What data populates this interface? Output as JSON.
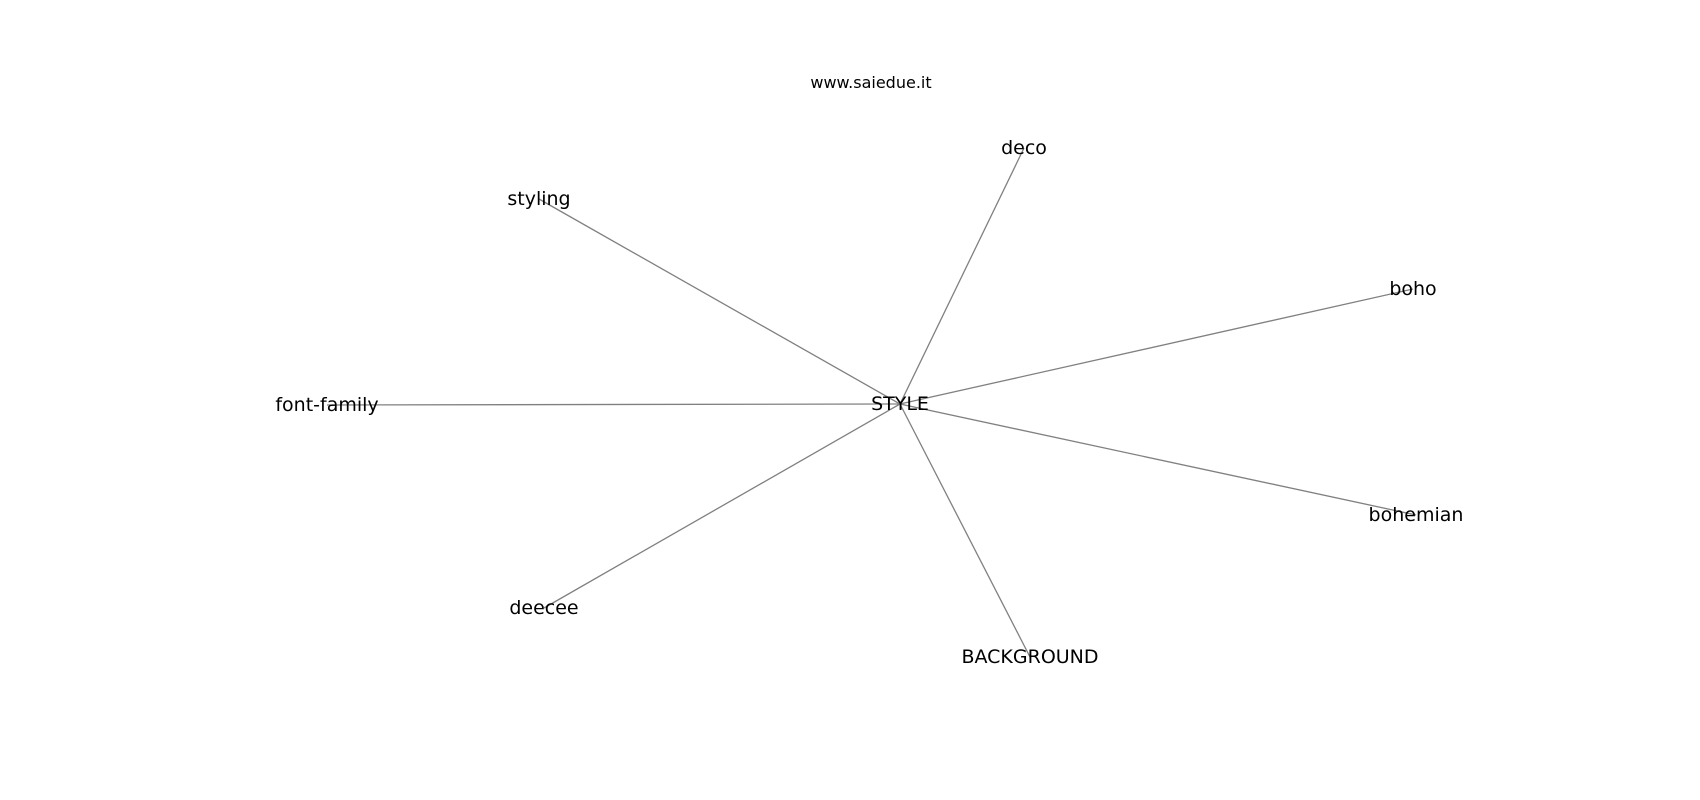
{
  "title": "www.saiedue.it",
  "center": {
    "id": "STYLE",
    "label": "STYLE"
  },
  "nodes": [
    {
      "id": "deco",
      "label": "deco"
    },
    {
      "id": "styling",
      "label": "styling"
    },
    {
      "id": "boho",
      "label": "boho"
    },
    {
      "id": "font-family",
      "label": "font-family"
    },
    {
      "id": "bohemian",
      "label": "bohemian"
    },
    {
      "id": "deecee",
      "label": "deecee"
    },
    {
      "id": "BACKGROUND",
      "label": "BACKGROUND"
    }
  ],
  "edges": [
    {
      "source": "STYLE",
      "target": "deco"
    },
    {
      "source": "STYLE",
      "target": "styling"
    },
    {
      "source": "STYLE",
      "target": "boho"
    },
    {
      "source": "STYLE",
      "target": "font-family"
    },
    {
      "source": "STYLE",
      "target": "bohemian"
    },
    {
      "source": "STYLE",
      "target": "deecee"
    },
    {
      "source": "STYLE",
      "target": "BACKGROUND"
    }
  ],
  "colors": {
    "edge": "#808080",
    "text": "#000000",
    "background": "#ffffff"
  }
}
